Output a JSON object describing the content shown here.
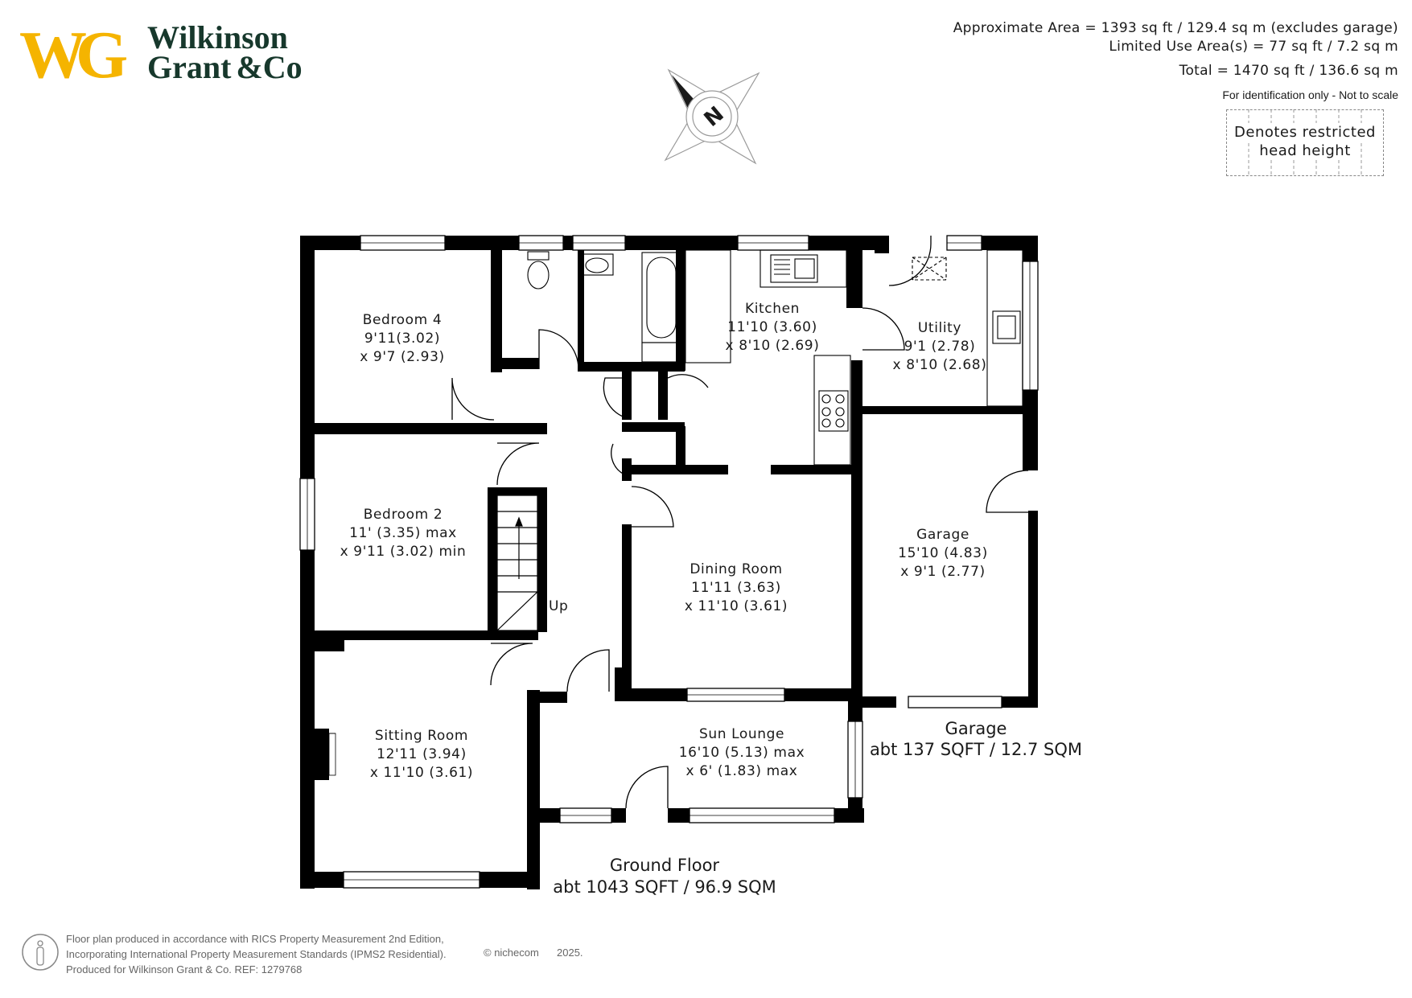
{
  "brand": {
    "monogram": "WG",
    "name_line1": "Wilkinson",
    "name_line2": "Grant",
    "name_line2_suffix": "&Co",
    "colors": {
      "monogram": "#f5b400",
      "name": "#17382c"
    }
  },
  "areas": {
    "approximate": "Approximate Area = 1393 sq ft / 129.4 sq m (excludes garage)",
    "limited_use": "Limited Use Area(s) = 77 sq ft / 7.2 sq m",
    "total": "Total = 1470 sq ft / 136.6 sq m",
    "note": "For identification only - Not to scale"
  },
  "legend": {
    "line1": "Denotes restricted",
    "line2": "head height"
  },
  "compass": {
    "label": "N",
    "icon": "compass-rose-icon"
  },
  "rooms": {
    "bedroom4": {
      "name": "Bedroom 4",
      "dim1": "9'11(3.02)",
      "dim2": "x 9'7 (2.93)"
    },
    "kitchen": {
      "name": "Kitchen",
      "dim1": "11'10 (3.60)",
      "dim2": "x 8'10 (2.69)"
    },
    "utility": {
      "name": "Utility",
      "dim1": "9'1 (2.78)",
      "dim2": "x 8'10 (2.68)"
    },
    "bedroom2": {
      "name": "Bedroom 2",
      "dim1": "11' (3.35) max",
      "dim2": "x 9'11 (3.02) min"
    },
    "dining": {
      "name": "Dining Room",
      "dim1": "11'11 (3.63)",
      "dim2": "x 11'10 (3.61)"
    },
    "garage": {
      "name": "Garage",
      "dim1": "15'10 (4.83)",
      "dim2": "x 9'1 (2.77)"
    },
    "sitting": {
      "name": "Sitting Room",
      "dim1": "12'11 (3.94)",
      "dim2": "x 11'10 (3.61)"
    },
    "sun": {
      "name": "Sun Lounge",
      "dim1": "16'10 (5.13) max",
      "dim2": "x 6' (1.83) max"
    }
  },
  "stairs_label": "Up",
  "garage_summary": {
    "title": "Garage",
    "area": "abt 137 SQFT / 12.7 SQM"
  },
  "ground_summary": {
    "title": "Ground Floor",
    "area": "abt 1043 SQFT / 96.9 SQM"
  },
  "footer": {
    "line1": "Floor plan produced in accordance with RICS Property Measurement 2nd Edition,",
    "line2": "Incorporating International Property Measurement Standards (IPMS2 Residential).",
    "line3": "Produced for Wilkinson Grant & Co.   REF:  1279768",
    "copyright": "© nichecom",
    "year": "2025."
  }
}
